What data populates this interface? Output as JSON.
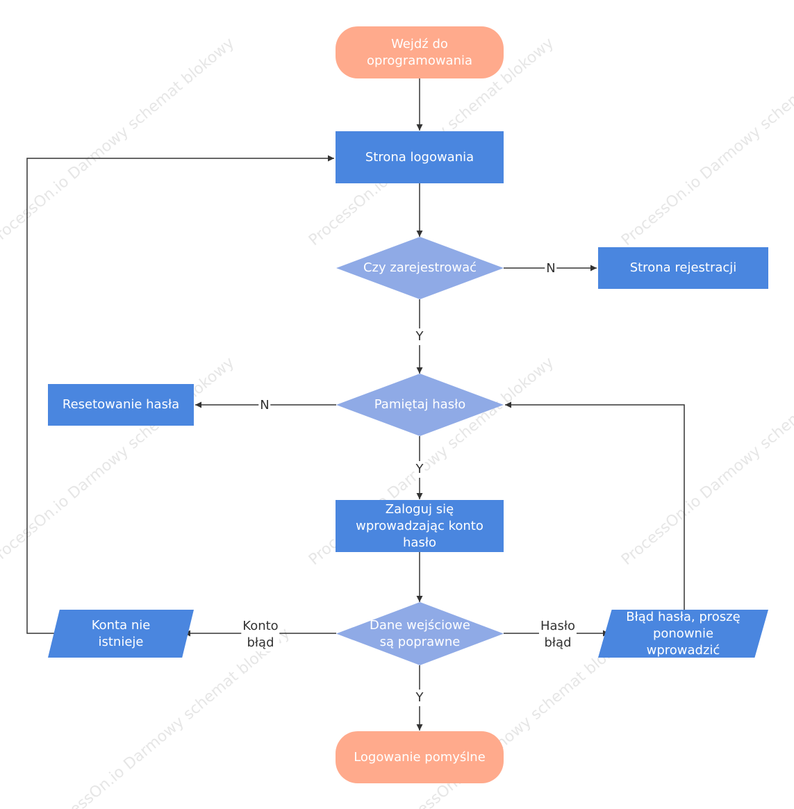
{
  "colors": {
    "terminal": "#FFAA8C",
    "process": "#4A86DF",
    "decision": "#8FAAE6",
    "edge": "#333333"
  },
  "watermark": "ProcessOn.io Darmowy schemat blokowy",
  "nodes": {
    "start": "Wejdź do\noprogramowania",
    "login_page": "Strona logowania",
    "register_q": "Czy zarejestrować",
    "register_page": "Strona rejestracji",
    "remember_q": "Pamiętaj hasło",
    "reset_password": "Resetowanie hasła",
    "login_input": "Zaloguj się\nwprowadzając konto\nhasło",
    "data_valid_q": "Dane wejściowe\nsą poprawne",
    "account_missing": "Konta nie\nistnieje",
    "password_error": "Błąd hasła, proszę\nponownie\nwprowadzić",
    "success": "Logowanie pomyślne"
  },
  "edge_labels": {
    "register_no": "N",
    "register_yes": "Y",
    "remember_no": "N",
    "remember_yes": "Y",
    "account_error": "Konto\nbłąd",
    "password_error": "Hasło\nbłąd",
    "valid_yes": "Y"
  }
}
